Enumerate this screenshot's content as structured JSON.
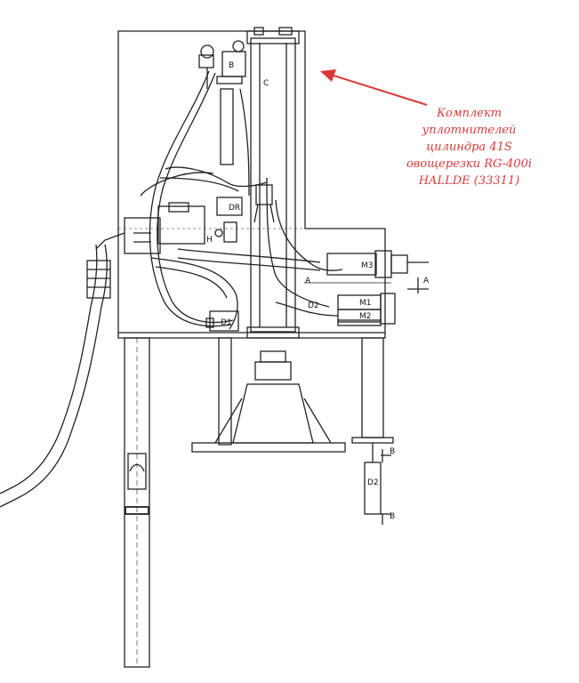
{
  "annotation": {
    "lines": [
      "Комплект",
      "уплотнителей",
      "цилиндра 41S",
      "овощерезки RG-400i",
      "HALLDE (33311)"
    ],
    "color": "#d83a3a"
  },
  "labels": {
    "b": "B",
    "c": "C",
    "dr": "DR",
    "h": "H",
    "m3": "M3",
    "m1": "M1",
    "m2": "M2",
    "d1": "D1",
    "d2": "D2",
    "d2_lower": "D2",
    "a_left": "A",
    "a_right": "A",
    "b_top": "B",
    "b_bottom": "B"
  }
}
